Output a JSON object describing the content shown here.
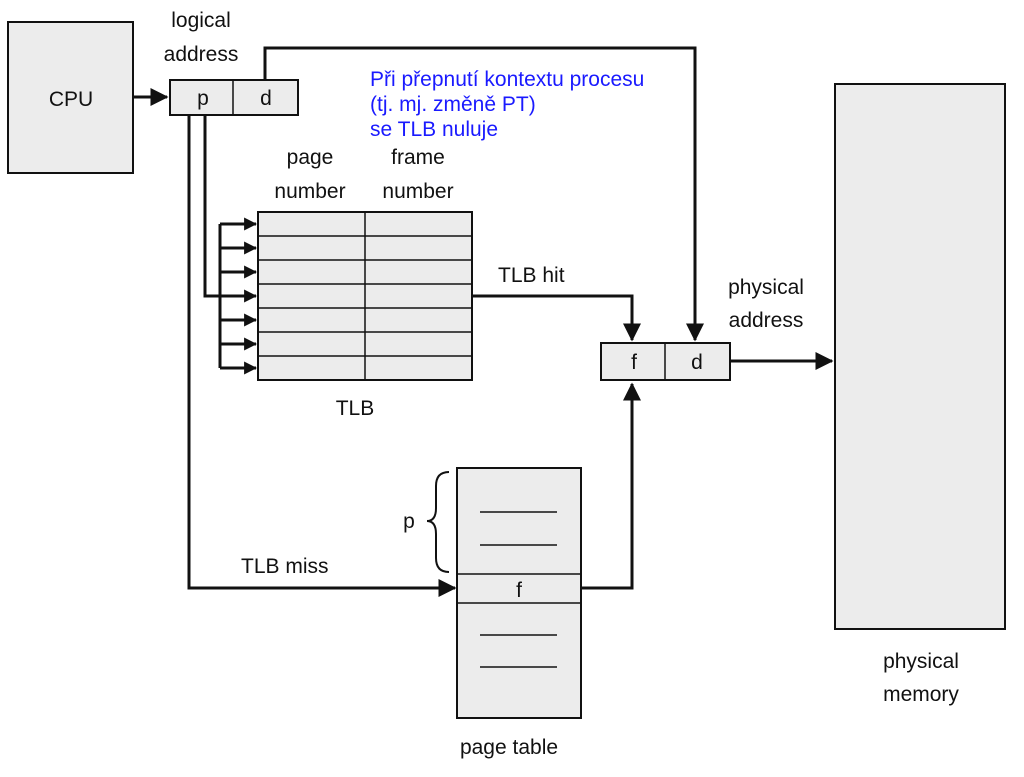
{
  "cpu": {
    "label": "CPU"
  },
  "logical_address": {
    "line1": "logical",
    "line2": "address",
    "p": "p",
    "d": "d"
  },
  "note": {
    "line1": "Při přepnutí kontextu procesu",
    "line2": "(tj. mj. změně PT)",
    "line3": "se TLB nuluje",
    "color": "#1a1aff"
  },
  "tlb": {
    "col1_line1": "page",
    "col1_line2": "number",
    "col2_line1": "frame",
    "col2_line2": "number",
    "label": "TLB"
  },
  "tlb_hit": "TLB hit",
  "tlb_miss": "TLB miss",
  "physical_address": {
    "line1": "physical",
    "line2": "address",
    "f": "f",
    "d": "d"
  },
  "page_table": {
    "p": "p",
    "f": "f",
    "label": "page table"
  },
  "physical_memory": {
    "line1": "physical",
    "line2": "memory"
  }
}
